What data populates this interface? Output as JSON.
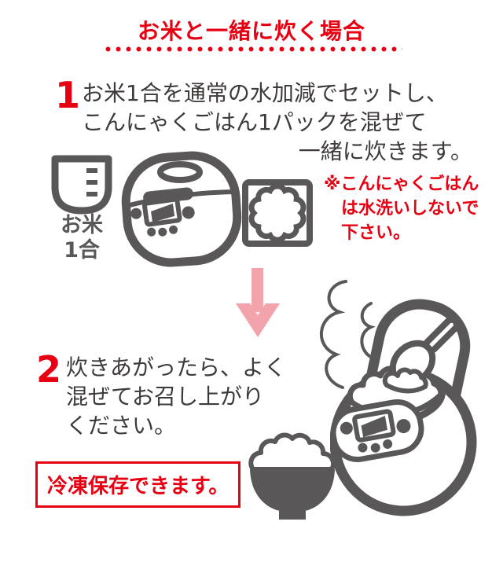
{
  "colors": {
    "accent_red": "#e60012",
    "illustration_gray": "#595757",
    "body_text": "#3e3a39",
    "arrow_pink": "#f3a3ab",
    "background": "#ffffff"
  },
  "title": {
    "text": "お米と一緒に炊く場合"
  },
  "step1": {
    "number": "1",
    "lines": [
      "お米1合を通常の水加減でセットし、",
      "こんにゃくごはん1パックを混ぜて",
      "一緒に炊きます。"
    ],
    "cup_label": {
      "line1": "お米",
      "line2": "1合"
    },
    "note_lines": [
      "※こんにゃくごはん",
      "は水洗いしないで",
      "下さい。"
    ]
  },
  "step2": {
    "number": "2",
    "lines": [
      "炊きあがったら、よく",
      "混ぜてお召し上がり",
      "ください。"
    ],
    "freeze_note": "冷凍保存できます。"
  },
  "icons": [
    "measuring-cup-icon",
    "rice-cooker-closed-icon",
    "konnyaku-pack-icon",
    "down-arrow-icon",
    "steam-icon",
    "rice-cooker-open-icon",
    "rice-bowl-icon"
  ]
}
